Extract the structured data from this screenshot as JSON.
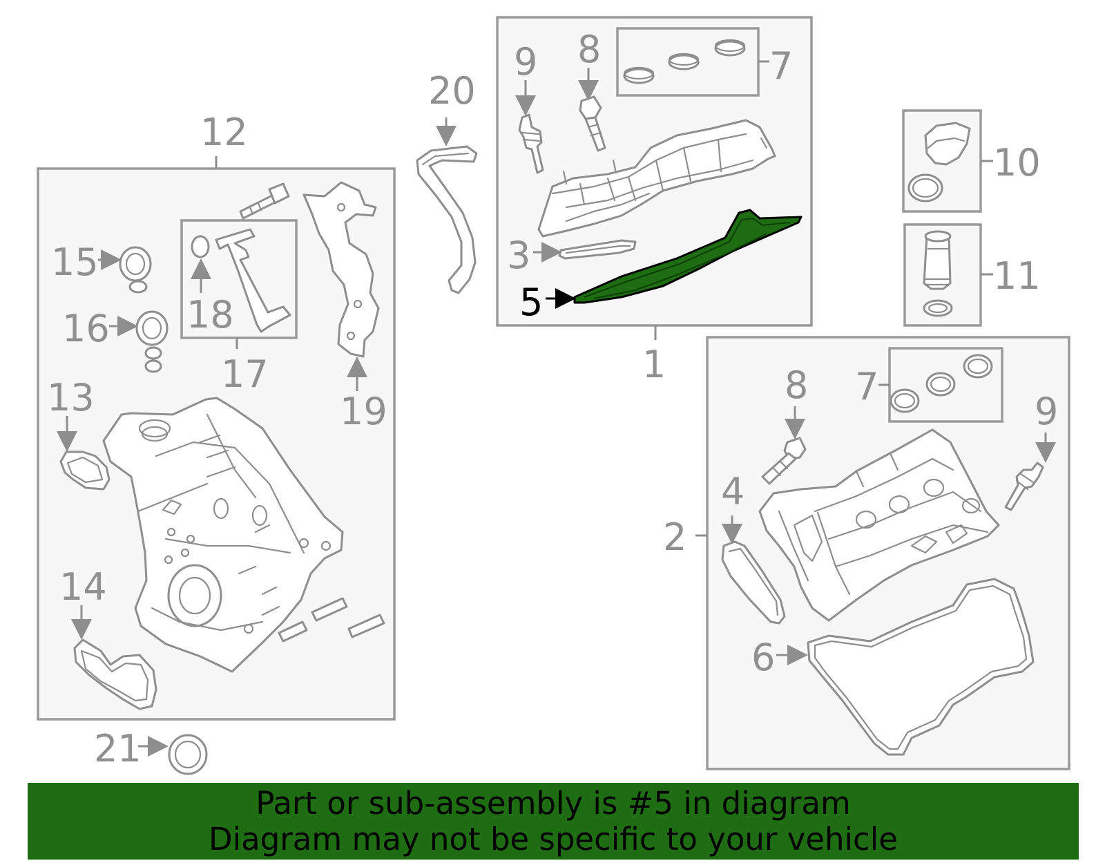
{
  "highlight_color": "#1e6d12",
  "callouts": {
    "c1": "1",
    "c2": "2",
    "c3": "3",
    "c4": "4",
    "c5": "5",
    "c6": "6",
    "c7a": "7",
    "c7b": "7",
    "c8a": "8",
    "c8b": "8",
    "c9a": "9",
    "c9b": "9",
    "c10": "10",
    "c11": "11",
    "c12": "12",
    "c13": "13",
    "c14": "14",
    "c15": "15",
    "c16": "16",
    "c17": "17",
    "c18": "18",
    "c19": "19",
    "c20": "20",
    "c21": "21"
  },
  "banner": {
    "line1": "Part or sub-assembly is #5 in diagram",
    "line2": "Diagram may not be specific to your vehicle"
  }
}
